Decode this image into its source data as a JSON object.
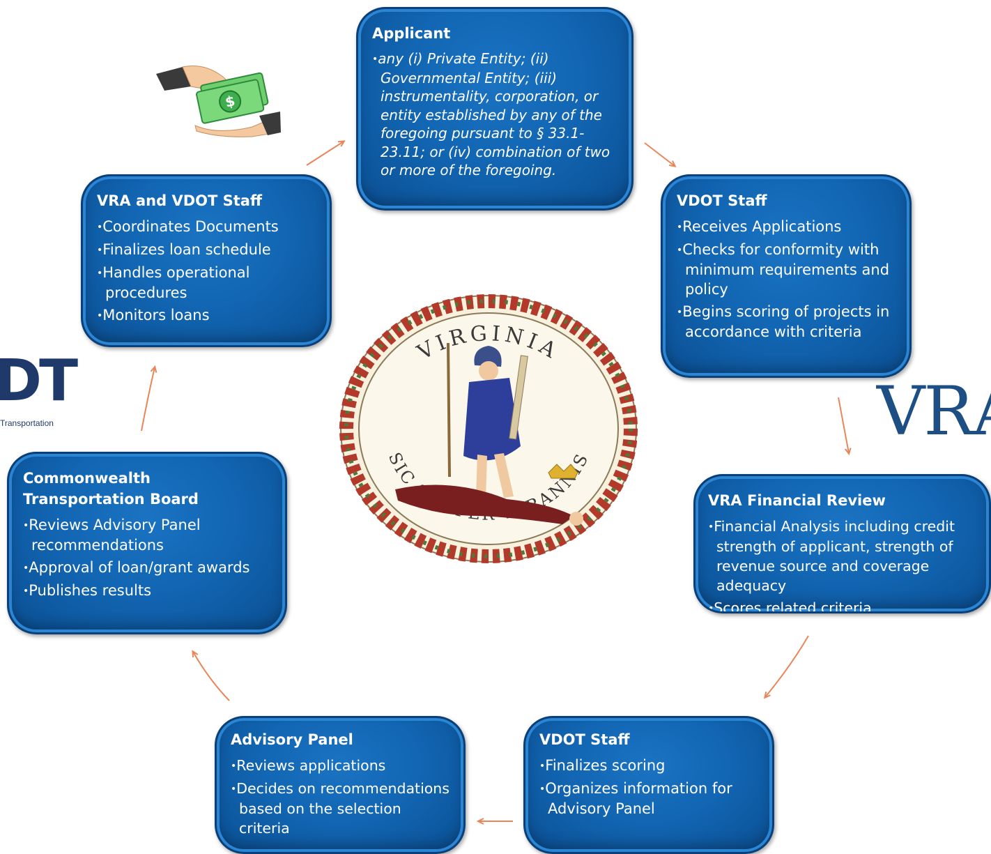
{
  "boxes": {
    "applicant": {
      "title": "Applicant",
      "items": [
        "any (i) Private Entity; (ii) Governmental Entity; (iii) instrumentality, corporation, or entity established by any of the foregoing pursuant to § 33.1-23.11; or (iv) combination of two or more of the foregoing."
      ]
    },
    "vdot_staff_1": {
      "title": "VDOT Staff",
      "items": [
        "Receives Applications",
        "Checks for conformity with minimum requirements and policy",
        "Begins scoring of projects in accordance with criteria"
      ]
    },
    "vra_financial_review": {
      "title": "VRA Financial Review",
      "items": [
        "Financial Analysis including credit strength of applicant, strength of revenue source and coverage adequacy",
        "Scores related criteria"
      ]
    },
    "vdot_staff_2": {
      "title": "VDOT Staff",
      "items": [
        "Finalizes scoring",
        "Organizes information for Advisory Panel"
      ]
    },
    "advisory_panel": {
      "title": "Advisory Panel",
      "items": [
        "Reviews applications",
        "Decides on recommendations based on the selection criteria"
      ]
    },
    "ctb": {
      "title": "Commonwealth Transportation Board",
      "items": [
        "Reviews Advisory Panel recommendations",
        "Approval of loan/grant awards",
        "Publishes results"
      ]
    },
    "vra_vdot_staff": {
      "title": "VRA and VDOT Staff",
      "items": [
        "Coordinates Documents",
        "Finalizes loan schedule",
        "Handles operational procedures",
        "Monitors loans"
      ]
    }
  },
  "seal": {
    "top_text": "VIRGINIA",
    "bottom_text": "SIC SEMPER TYRANNIS"
  },
  "logos": {
    "vra": "VRA",
    "vdot_partial": "DT",
    "vdot_sub": "Transportation"
  },
  "colors": {
    "box_fill": "#1266b3",
    "box_border": "#0a3f78",
    "arrow": "#e8865a",
    "logo_blue": "#1d4f85"
  }
}
